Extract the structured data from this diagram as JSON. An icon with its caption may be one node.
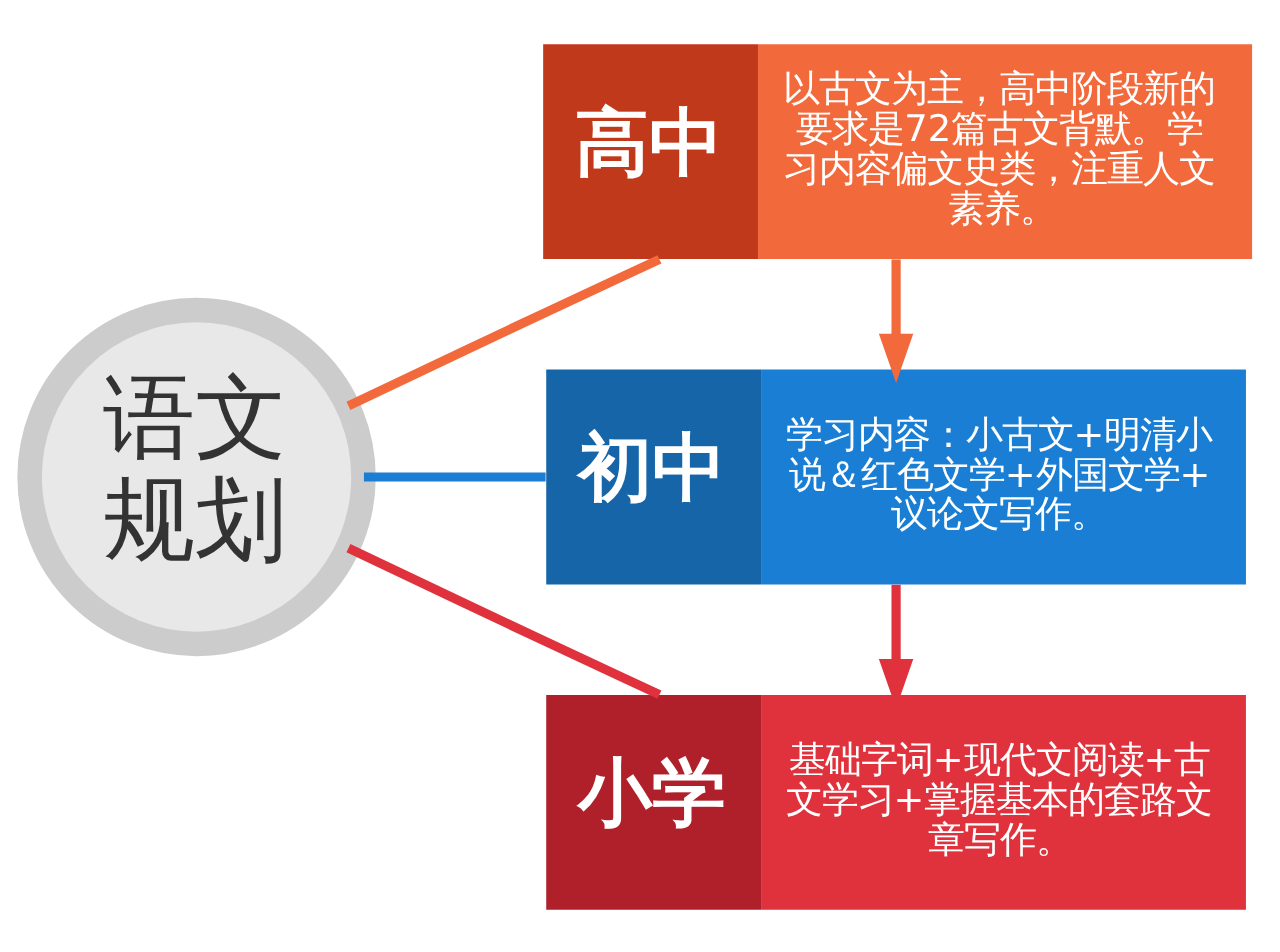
{
  "diagram": {
    "nodes": [
      {
        "text": [
          "语文规划"
        ]
      },
      {
        "text": [
          "高中",
          "以古文为主，高中阶段新的要求是72篇古文背默。学习内容偏文史类，注重人文素养。"
        ]
      },
      {
        "text": [
          "初中",
          "学习内容：小古文+明清小说＆红色文学+外国文学+议论文写作。"
        ]
      },
      {
        "text": [
          "小学",
          "基础字词+现代文阅读+古文学习+掌握基本的套路文章写作。"
        ]
      }
    ],
    "edges": [
      {
        "from": 0,
        "to": 1,
        "arrow": "none",
        "color": "#f26a3c"
      },
      {
        "from": 0,
        "to": 2,
        "arrow": "none",
        "color": "#1a7fd4"
      },
      {
        "from": 0,
        "to": 3,
        "arrow": "none",
        "color": "#e0323c"
      },
      {
        "from": 1,
        "to": 2,
        "arrow": "to",
        "color": "#f26a3c"
      },
      {
        "from": 2,
        "to": 3,
        "arrow": "to",
        "color": "#e0323c"
      }
    ]
  }
}
